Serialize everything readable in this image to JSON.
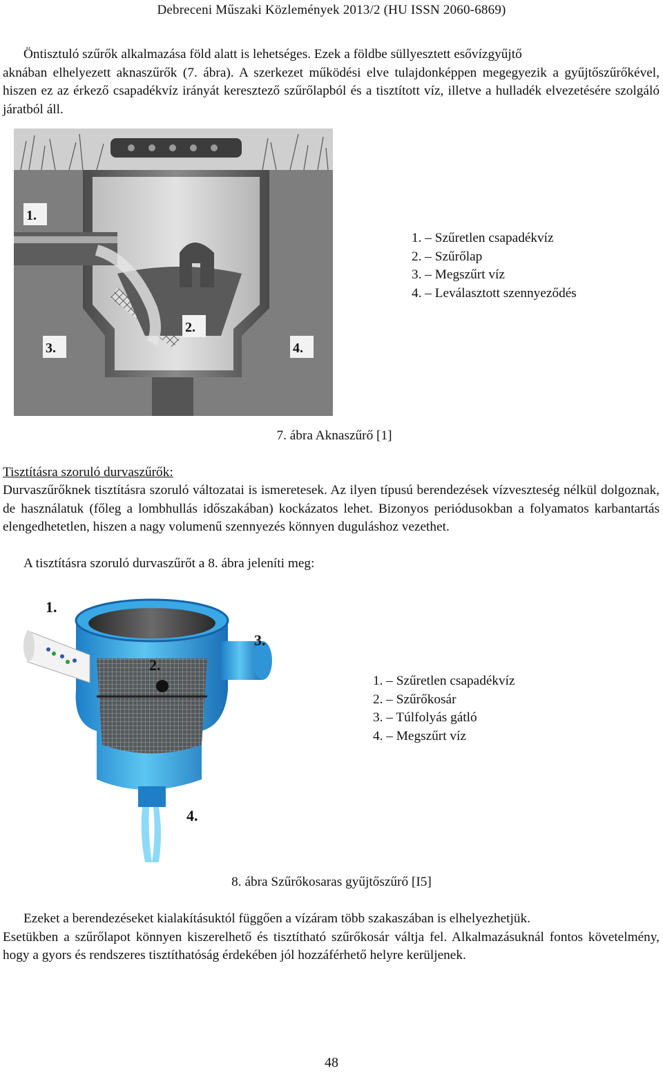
{
  "header": {
    "text": "Debreceni Műszaki Közlemények 2013/2 (HU ISSN 2060-6869)"
  },
  "paragraph1": {
    "first_line": "Öntisztuló szűrők alkalmazása föld alatt is lehetséges. Ezek a földbe süllyesztett esővízgyűjtő",
    "rest": "aknában elhelyezett aknaszűrők (7. ábra). A szerkezet működési elve tulajdonképpen megegyezik a gyűjtőszűrőkével, hiszen ez az érkező csapadékvíz irányát keresztező szűrőlapból és a tisztított víz, illetve a hulladék elvezetésére szolgáló járatból áll."
  },
  "figure7": {
    "labels": [
      "1.",
      "2.",
      "3.",
      "4."
    ],
    "legend": [
      "1. – Szűretlen csapadékvíz",
      "2. – Szűrőlap",
      "3. – Megszűrt víz",
      "4. – Leválasztott szennyeződés"
    ],
    "caption": "7. ábra Aknaszűrő [1]"
  },
  "section": {
    "title": "Tisztításra szoruló durvaszűrők:",
    "body": "Durvaszűrőknek tisztításra szoruló változatai is ismeretesek. Az ilyen típusú berendezések vízveszteség nélkül dolgoznak, de használatuk (főleg a lombhullás időszakában) kockázatos lehet. Bizonyos periódusokban a folyamatos karbantartás elengedhetetlen, hiszen a nagy volumenű szennyezés könnyen duguláshoz vezethet.",
    "intro": "A tisztításra szoruló durvaszűrőt a 8. ábra jeleníti meg:"
  },
  "figure8": {
    "labels": [
      "1.",
      "2.",
      "3.",
      "4."
    ],
    "legend": [
      "1. – Szűretlen csapadékvíz",
      "2. – Szűrőkosár",
      "3. – Túlfolyás gátló",
      "4. – Megszűrt víz"
    ],
    "caption": "8. ábra Szűrőkosaras gyűjtőszűrő [I5]"
  },
  "paragraph3": {
    "first_line": "Ezeket a berendezéseket kialakításuktól függően a vízáram több szakaszában is elhelyezhetjük.",
    "rest": "Esetükben a szűrőlapot könnyen kiszerelhető és tisztítható szűrőkosár váltja fel. Alkalmazásuknál fontos követelmény, hogy a gyors és rendszeres tisztíthatóság érdekében jól hozzáférhető helyre kerüljenek."
  },
  "page_number": "48"
}
